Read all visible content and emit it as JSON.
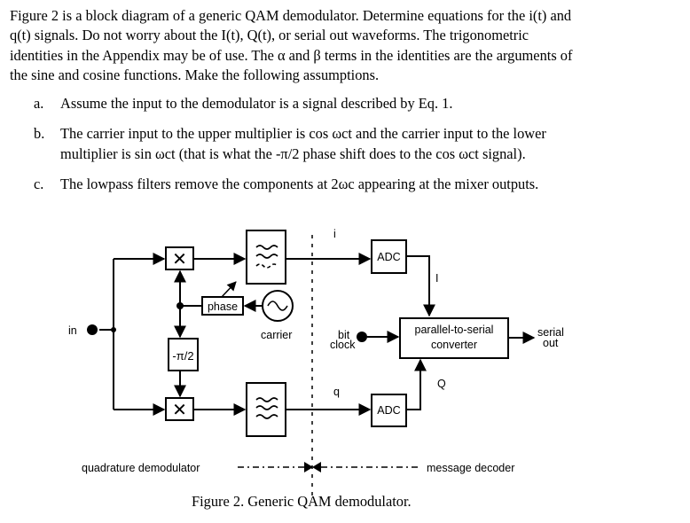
{
  "paragraph": {
    "lines": [
      "Figure 2 is a block diagram of a generic QAM demodulator. Determine equations for the i(t) and",
      "q(t) signals. Do not worry about the I(t), Q(t), or serial out waveforms. The trigonometric",
      "identities in the Appendix may be of use. The α and β terms in the identities are the arguments of",
      "the sine and cosine functions. Make the following assumptions."
    ]
  },
  "assumptions": [
    {
      "label": "a.",
      "lines": [
        "Assume the input to the demodulator is a signal described by Eq. 1."
      ]
    },
    {
      "label": "b.",
      "lines": [
        "The carrier input to the upper multiplier is cos ωct and the carrier input to the lower",
        "multiplier is sin ωct (that is what the -π/2 phase shift does to the cos ωct signal)."
      ]
    },
    {
      "label": "c.",
      "lines": [
        "The lowpass filters remove the components at 2ωc appearing at the mixer outputs."
      ]
    }
  ],
  "diagram": {
    "input_label": "in",
    "mixer_symbol": "✕",
    "phase_label": "phase",
    "phase_shift_label": "-π/2",
    "carrier_label": "carrier",
    "i_label": "i",
    "q_label": "q",
    "adc_label": "ADC",
    "bit_clock_label": [
      "bit",
      "clock"
    ],
    "I_label": "I",
    "Q_label": "Q",
    "p2s_label": [
      "parallel-to-serial",
      "converter"
    ],
    "serial_out_label": [
      "serial",
      "out"
    ],
    "quadrature_label": "quadrature demodulator",
    "message_label": "message decoder"
  },
  "caption": "Figure 2. Generic QAM demodulator."
}
